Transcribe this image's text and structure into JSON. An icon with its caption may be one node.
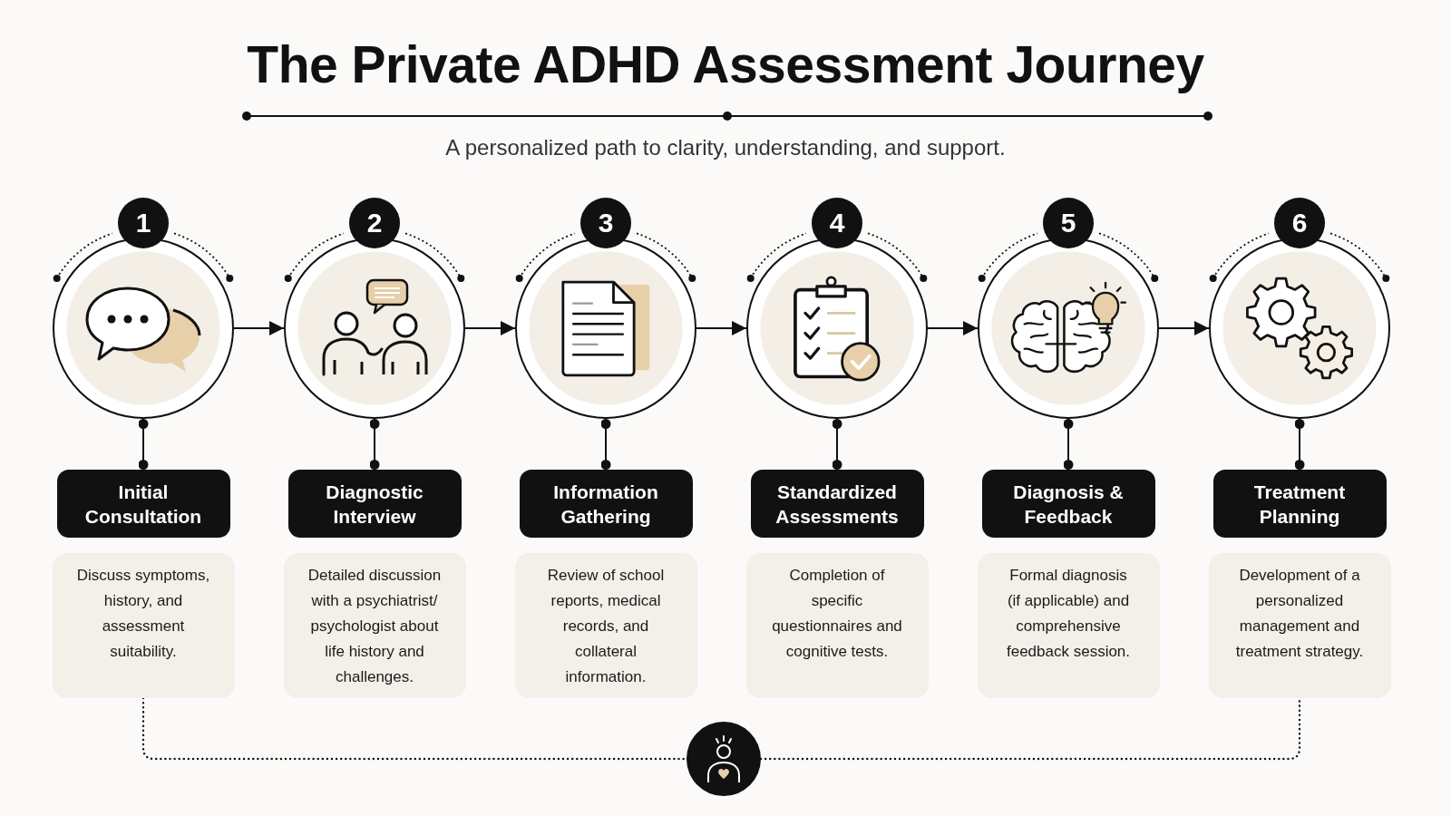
{
  "diagram": {
    "title": "The Private ADHD Assessment Journey",
    "nodes": [
      {
        "text": [
          "1"
        ]
      },
      {
        "text": [],
        "shape": "circle"
      },
      {
        "text": [
          "Initial Consultation"
        ]
      },
      {
        "text": [
          "Discuss symptoms, history, and assessment suitability."
        ]
      },
      {
        "text": [
          "2"
        ]
      },
      {
        "text": [],
        "shape": "circle"
      },
      {
        "text": [
          "Diagnostic Interview"
        ]
      },
      {
        "text": [
          "Detailed discussion with a psychiatrist/ psychologist about life history and challenges."
        ]
      },
      {
        "text": [
          "3"
        ]
      },
      {
        "text": [],
        "shape": "circle"
      },
      {
        "text": [
          "Information Gathering"
        ]
      },
      {
        "text": [
          "Review of school reports, medical records, and collateral information."
        ]
      },
      {
        "text": [
          "4"
        ]
      },
      {
        "text": [],
        "shape": "circle"
      },
      {
        "text": [
          "Standardized Assessments"
        ]
      },
      {
        "text": [
          "Completion of specific questionnaires and cognitive tests."
        ]
      },
      {
        "text": [
          "5"
        ]
      },
      {
        "text": [],
        "shape": "circle"
      },
      {
        "text": [
          "Diagnosis & Feedback"
        ]
      },
      {
        "text": [
          "Formal diagnosis (if applicable) and comprehensive feedback session."
        ]
      },
      {
        "text": [
          "6"
        ]
      },
      {
        "text": [],
        "shape": "circle"
      },
      {
        "text": [
          "Treatment Planning"
        ]
      },
      {
        "text": [
          "Development of a personalized management and treatment strategy."
        ]
      },
      {
        "text": [],
        "shape": "circle"
      }
    ],
    "edges": [
      {
        "from": 1,
        "to": 5,
        "arrow": "to"
      },
      {
        "from": 5,
        "to": 9,
        "arrow": "to"
      },
      {
        "from": 9,
        "to": 13,
        "arrow": "to"
      },
      {
        "from": 13,
        "to": 17,
        "arrow": "to"
      },
      {
        "from": 17,
        "to": 21,
        "arrow": "to"
      },
      {
        "from": 1,
        "to": 2,
        "arrow": "other"
      },
      {
        "from": 5,
        "to": 6,
        "arrow": "other"
      },
      {
        "from": 9,
        "to": 10,
        "arrow": "other"
      },
      {
        "from": 13,
        "to": 14,
        "arrow": "other"
      },
      {
        "from": 17,
        "to": 18,
        "arrow": "other"
      },
      {
        "from": 21,
        "to": 22,
        "arrow": "other"
      },
      {
        "from": 3,
        "to": 24,
        "arrow": "none",
        "style": "dashed"
      },
      {
        "from": 24,
        "to": 23,
        "arrow": "none",
        "style": "dashed"
      }
    ],
    "labels": [
      "A personalized path to clarity, understanding, and support."
    ]
  }
}
